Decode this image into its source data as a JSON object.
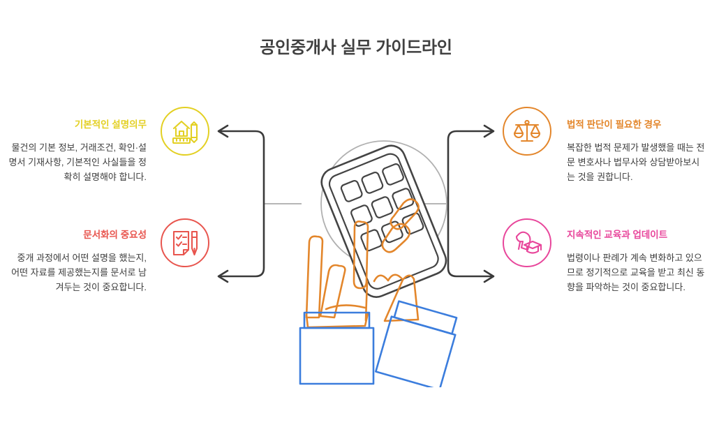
{
  "page": {
    "title": "공인중개사 실무 가이드라인",
    "background": "#ffffff",
    "title_color": "#404040",
    "body_text_color": "#3c3c3c"
  },
  "center": {
    "illustration_name": "hands-holding-calculator",
    "circle_color": "#b0b0b0",
    "device_color": "#444444",
    "hand_color": "#e3862b",
    "sleeve_color": "#3b7ddd"
  },
  "connectors": {
    "arrow_color": "#3a3a3a",
    "stem_color": "#9e9e9e"
  },
  "branches": [
    {
      "id": "basic-explanation-duty",
      "side": "left",
      "position": "top",
      "heading": "기본적인 설명의무",
      "body": "물건의 기본 정보, 거래조건, 확인·설명서 기재사항, 기본적인 사실들을 정확히 설명해야 합니다.",
      "color": "#e3d023",
      "icon": "house-ruler-pencil-icon"
    },
    {
      "id": "documentation-importance",
      "side": "left",
      "position": "bottom",
      "heading": "문서화의 중요성",
      "body": "중개 과정에서 어떤 설명을 했는지, 어떤 자료를 제공했는지를 문서로 남겨두는 것이 중요합니다.",
      "color": "#e8554e",
      "icon": "checklist-pen-icon"
    },
    {
      "id": "legal-judgment-needed",
      "side": "right",
      "position": "top",
      "heading": "법적 판단이 필요한 경우",
      "body": "복잡한 법적 문제가 발생했을 때는 전문 변호사나 법무사와 상담받아보시는 것을 권합니다.",
      "color": "#e3862b",
      "icon": "scales-of-justice-icon"
    },
    {
      "id": "continuous-education-update",
      "side": "right",
      "position": "bottom",
      "heading": "지속적인 교육과 업데이트",
      "body": "법령이나 판례가 계속 변화하고 있으므로 정기적으로 교육을 받고 최신 동향을 파악하는 것이 중요합니다.",
      "color": "#e8469b",
      "icon": "megaphone-graduation-cap-icon"
    }
  ]
}
